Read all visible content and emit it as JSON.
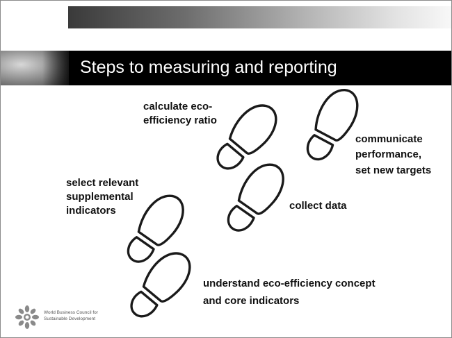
{
  "slide": {
    "title": "Steps to measuring and reporting",
    "steps": [
      "understand eco-efficiency concept",
      "and core indicators",
      "select relevant",
      "supplemental",
      "indicators",
      "collect data",
      "calculate eco-",
      "efficiency ratio",
      "communicate",
      "performance,",
      "set new targets"
    ],
    "organization": {
      "line1": "World Business Council for",
      "line2": "Sustainable Development"
    }
  },
  "colors": {
    "title_band": "#000000",
    "title_text": "#ffffff",
    "label_text": "#111111",
    "footprint_outline": "#1a1a1a"
  }
}
